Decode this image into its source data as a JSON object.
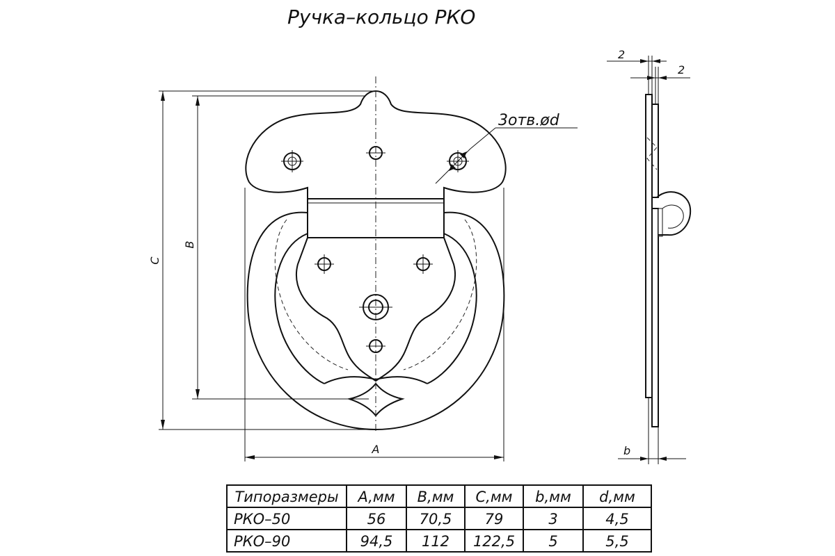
{
  "title": "Ручка–кольцо РКО",
  "labels": {
    "holes": "3отв.ød",
    "dim_a": "A",
    "dim_b": "B",
    "dim_c": "C",
    "dim_small_b": "b",
    "dim_top_1": "2",
    "dim_top_2": "2"
  },
  "table": {
    "headers": [
      "Типоразмеры",
      "A,мм",
      "B,мм",
      "C,мм",
      "b,мм",
      "d,мм"
    ],
    "rows": [
      [
        "РКО–50",
        "56",
        "70,5",
        "79",
        "3",
        "4,5"
      ],
      [
        "РКО–90",
        "94,5",
        "112",
        "122,5",
        "5",
        "5,5"
      ]
    ]
  }
}
